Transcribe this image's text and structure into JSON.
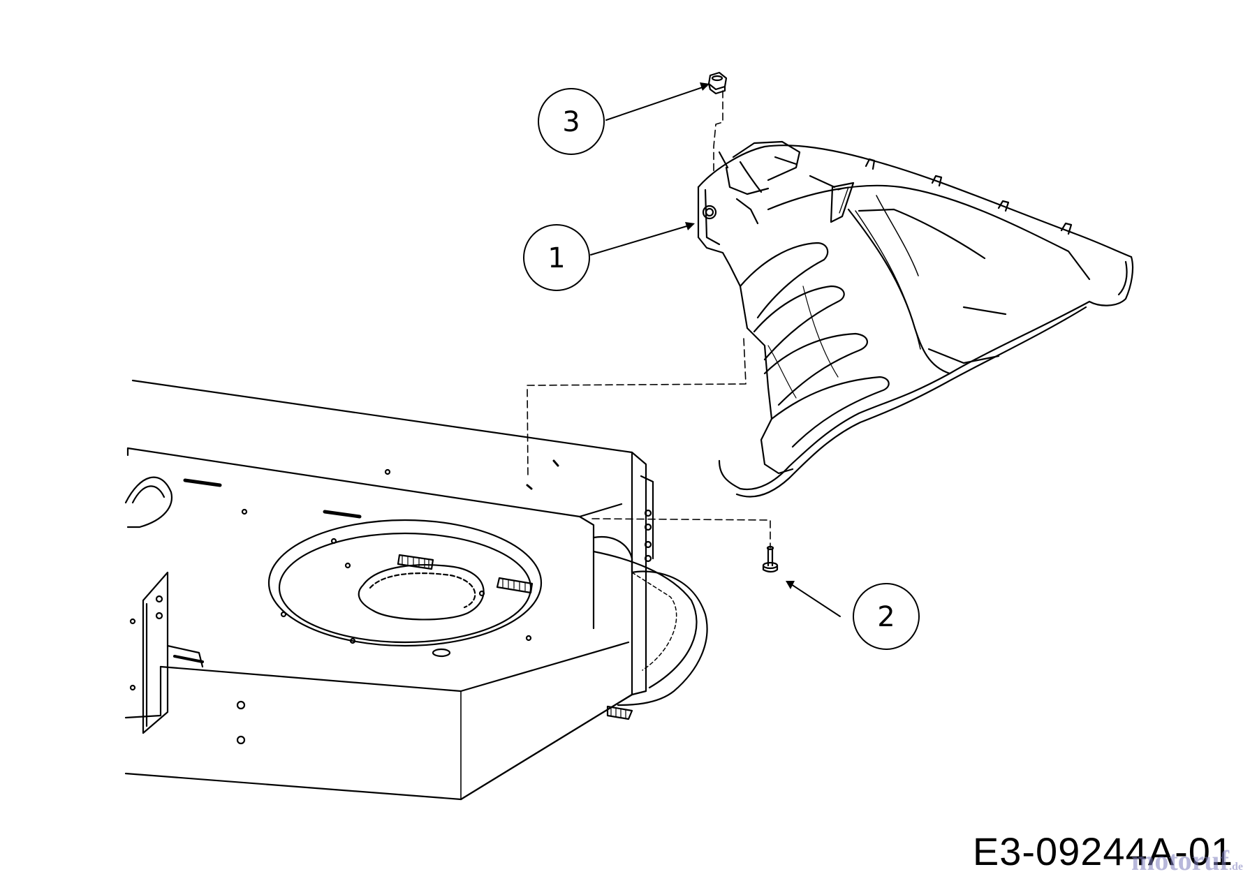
{
  "diagram": {
    "callouts": [
      {
        "id": "3",
        "label": "3"
      },
      {
        "id": "1",
        "label": "1"
      },
      {
        "id": "2",
        "label": "2"
      }
    ],
    "reference_code": "E3-09244A-01",
    "watermark": {
      "text": "motoruf",
      "suffix": ".de"
    }
  }
}
